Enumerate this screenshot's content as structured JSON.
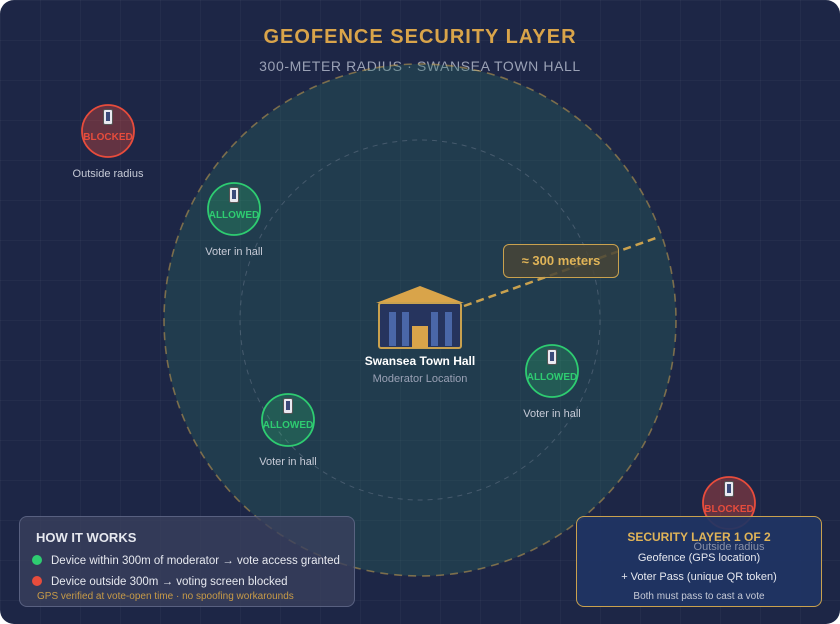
{
  "header": {
    "title": "GEOFENCE SECURITY LAYER",
    "subtitle": "300-METER RADIUS · SWANSEA TOWN HALL"
  },
  "center": {
    "name": "Swansea Town Hall",
    "role": "Moderator Location"
  },
  "radius_label": "≈ 300 meters",
  "devices": [
    {
      "status": "BLOCKED",
      "caption": "Outside radius",
      "icon": "phone-icon"
    },
    {
      "status": "ALLOWED",
      "caption": "Voter in hall",
      "icon": "phone-icon"
    },
    {
      "status": "ALLOWED",
      "caption": "Voter in hall",
      "icon": "phone-icon"
    },
    {
      "status": "ALLOWED",
      "caption": "Voter in hall",
      "icon": "phone-icon"
    },
    {
      "status": "BLOCKED",
      "caption": "Outside radius",
      "icon": "phone-icon"
    }
  ],
  "how_it_works": {
    "title": "HOW IT WORKS",
    "rows": [
      {
        "text": "Device within 300m of moderator → vote access granted",
        "color": "#2ecc71"
      },
      {
        "text": "Device outside 300m → voting screen blocked",
        "color": "#e74c3c"
      }
    ],
    "note": "GPS verified at vote-open time · no spoofing workarounds"
  },
  "security": {
    "title": "SECURITY LAYER 1 OF 2",
    "line1": "Geofence (GPS location)",
    "line2": "+ Voter Pass (unique QR token)",
    "footer": "Both must pass to cast a vote"
  },
  "colors": {
    "accent": "#d9a44a",
    "allowed": "#2ecc71",
    "blocked": "#e74c3c",
    "background": "#1d2646"
  }
}
